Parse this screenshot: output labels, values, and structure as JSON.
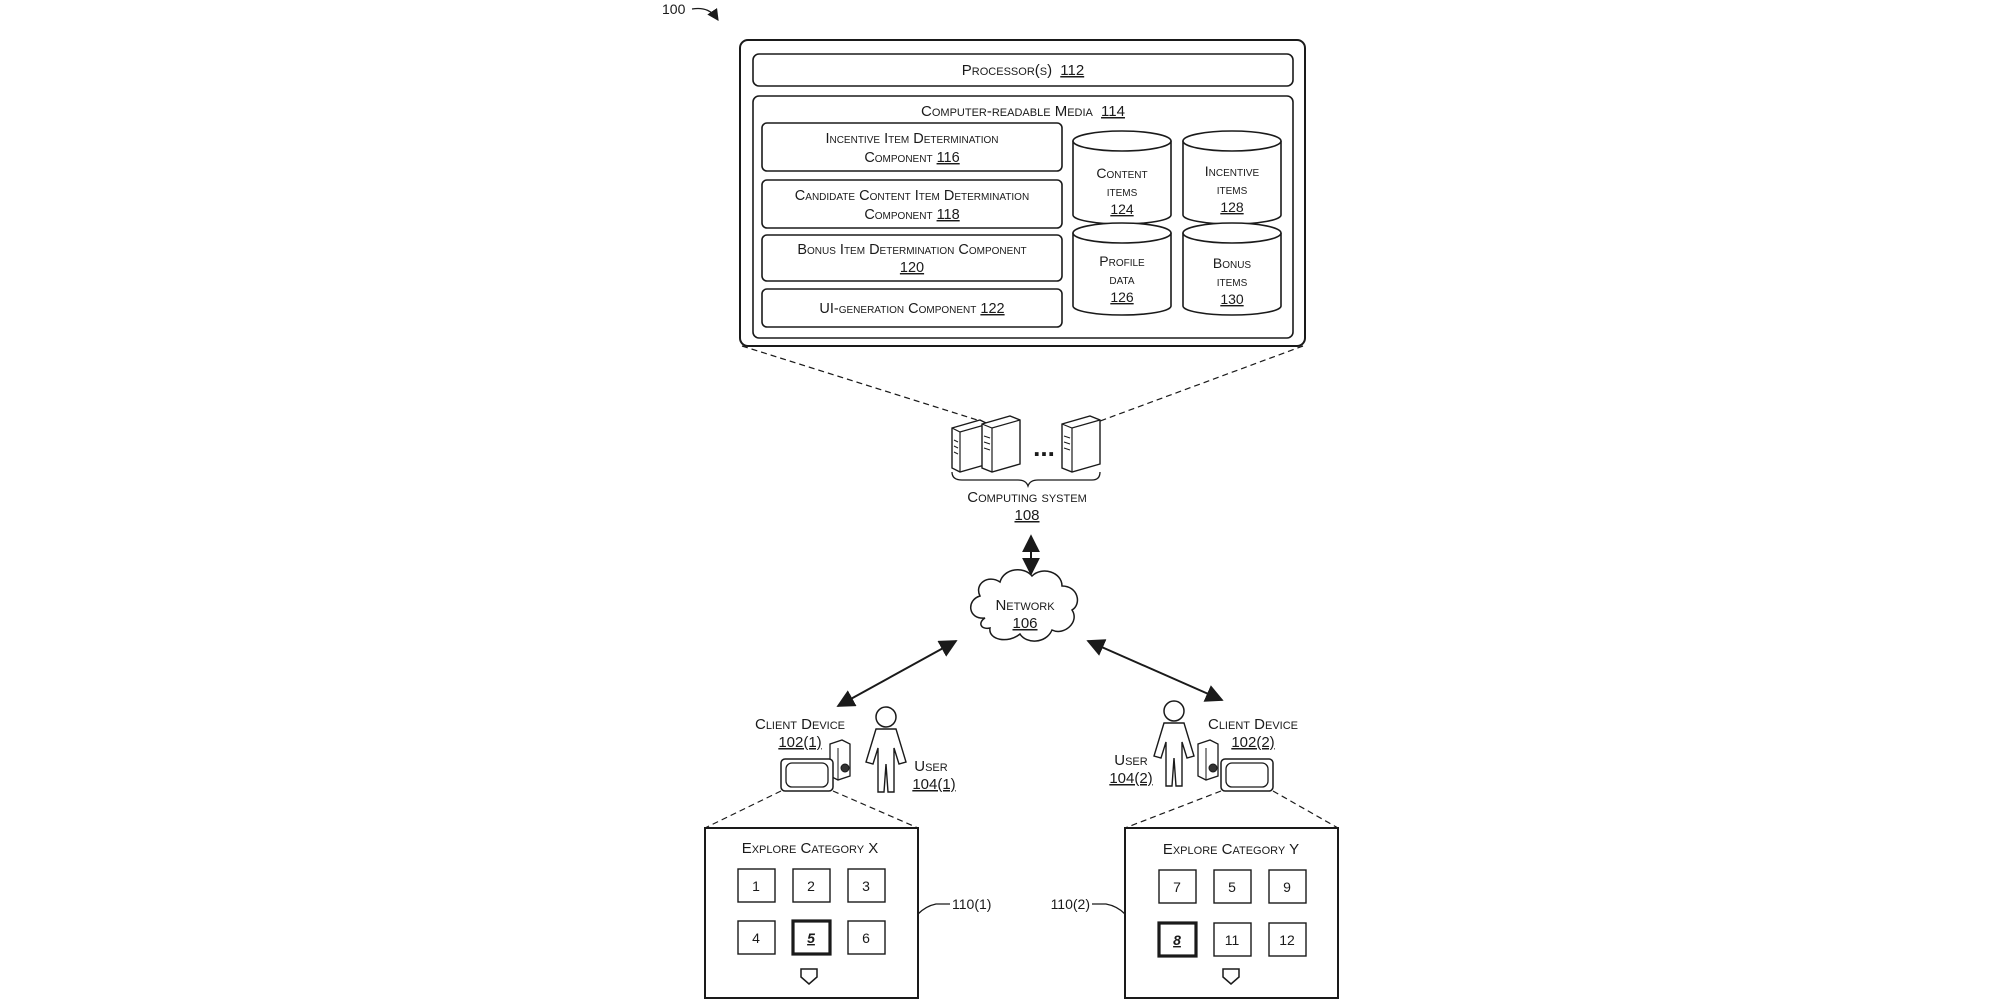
{
  "figure_label": "100",
  "processor": {
    "label": "Processor(s)",
    "ref": "112"
  },
  "media": {
    "label": "Computer-readable Media",
    "ref": "114"
  },
  "components": [
    {
      "line1": "Incentive Item Determination",
      "line2": "Component",
      "ref": "116"
    },
    {
      "line1": "Candidate Content Item Determination",
      "line2": "Component",
      "ref": "118"
    },
    {
      "line1": "Bonus Item Determination Component",
      "line2": "",
      "ref": "120"
    },
    {
      "line1": "UI-generation Component",
      "line2": "",
      "ref": "122"
    }
  ],
  "datastores": [
    {
      "line1": "Content",
      "line2": "items",
      "ref": "124"
    },
    {
      "line1": "Incentive",
      "line2": "items",
      "ref": "128"
    },
    {
      "line1": "Profile",
      "line2": "data",
      "ref": "126"
    },
    {
      "line1": "Bonus",
      "line2": "items",
      "ref": "130"
    }
  ],
  "computing_system": {
    "label": "Computing system",
    "ref": "108",
    "ellipsis": "..."
  },
  "network": {
    "label": "Network",
    "ref": "106"
  },
  "client1": {
    "label": "Client Device",
    "ref": "102(1)"
  },
  "client2": {
    "label": "Client Device",
    "ref": "102(2)"
  },
  "user1": {
    "label": "User",
    "ref": "104(1)"
  },
  "user2": {
    "label": "User",
    "ref": "104(2)"
  },
  "ui1": {
    "title": "Explore Category X",
    "ref": "110(1)",
    "items": [
      "1",
      "2",
      "3",
      "4",
      "5",
      "6"
    ],
    "selected_index": 4
  },
  "ui2": {
    "title": "Explore Category Y",
    "ref": "110(2)",
    "items": [
      "7",
      "5",
      "9",
      "8",
      "11",
      "12"
    ],
    "selected_index": 3
  }
}
